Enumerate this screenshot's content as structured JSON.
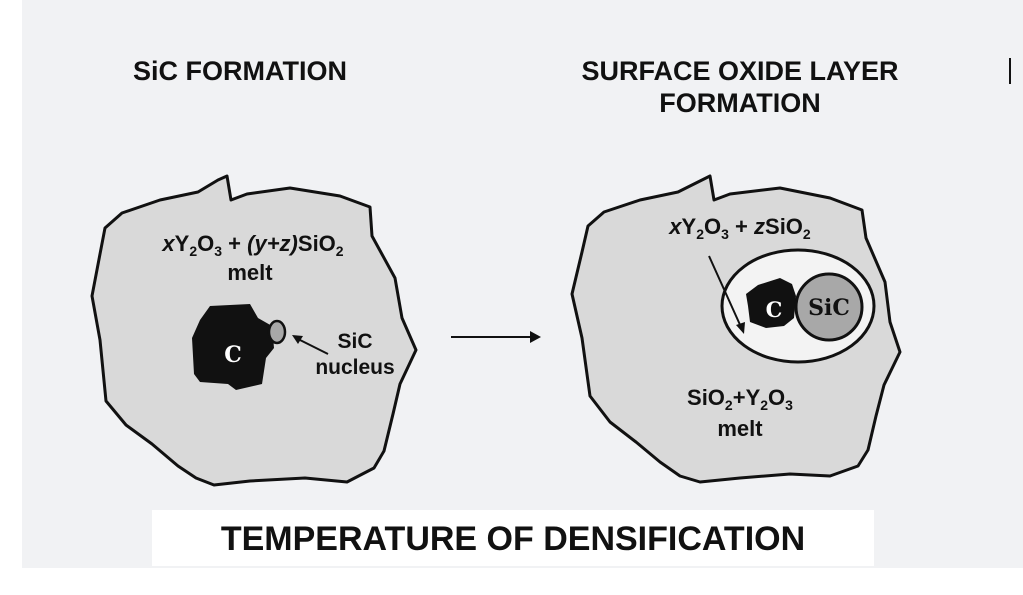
{
  "left": {
    "title": "SiC FORMATION",
    "melt_x": "x",
    "melt_y2o3": "Y",
    "melt_sub2": "2",
    "melt_o": "O",
    "melt_sub3": "3",
    "melt_plus": " + ",
    "melt_yz": "(y+z)",
    "melt_sio": "SiO",
    "melt_sub2b": "2",
    "melt_word": "melt",
    "carbon_label": "C",
    "nucleus_line1": "SiC",
    "nucleus_line2": "nucleus"
  },
  "right": {
    "title_line1": "SURFACE OXIDE LAYER",
    "title_line2": "FORMATION",
    "shell_x": "x",
    "shell_y": "Y",
    "shell_sub2": "2",
    "shell_o": "O",
    "shell_sub3": "3",
    "shell_plus": " + ",
    "shell_z": "z",
    "shell_sio": "SiO",
    "shell_sub2b": "2",
    "carbon_label": "C",
    "sic_label": "SiC",
    "melt_sio": "SiO",
    "melt_sub2": "2",
    "melt_plus": "+Y",
    "melt_sub2b": "2",
    "melt_o": "O",
    "melt_sub3": "3",
    "melt_word": "melt"
  },
  "footer": {
    "label": "TEMPERATURE OF DENSIFICATION"
  },
  "colors": {
    "background": "#f1f2f4",
    "grain_fill": "#d9d9d9",
    "carbon": "#111111",
    "sic_particle": "#a8a8a8",
    "outline": "#111111"
  }
}
